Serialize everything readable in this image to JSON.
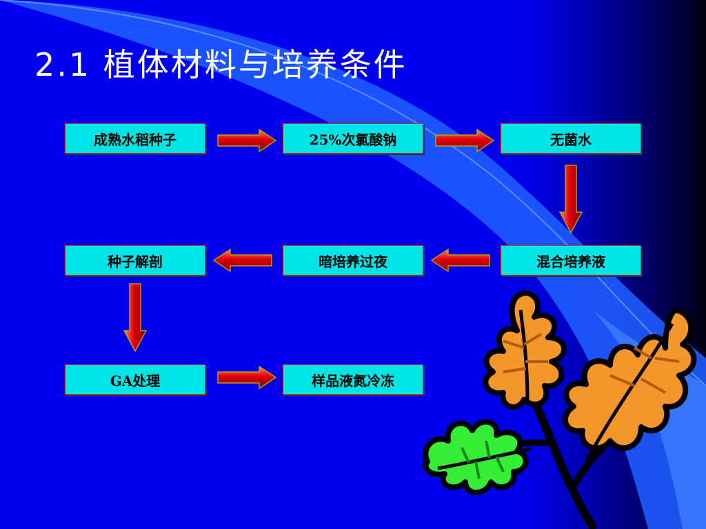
{
  "slide": {
    "title": "2.1  植体材料与培养条件"
  },
  "flowchart": {
    "nodes": [
      {
        "id": "seeds",
        "label": "成熟水稻种子"
      },
      {
        "id": "naclo",
        "label": "25%次氯酸钠"
      },
      {
        "id": "sterile-water",
        "label": "无菌水"
      },
      {
        "id": "mixed-medium",
        "label": "混合培养液"
      },
      {
        "id": "dark-culture",
        "label": "暗培养过夜"
      },
      {
        "id": "seed-dissection",
        "label": "种子解剖"
      },
      {
        "id": "ga-treatment",
        "label": "GA处理"
      },
      {
        "id": "liquid-nitrogen",
        "label": "样品液氮冷冻"
      }
    ],
    "edges": [
      {
        "from": "seeds",
        "to": "naclo",
        "direction": "right"
      },
      {
        "from": "naclo",
        "to": "sterile-water",
        "direction": "right"
      },
      {
        "from": "sterile-water",
        "to": "mixed-medium",
        "direction": "down"
      },
      {
        "from": "mixed-medium",
        "to": "dark-culture",
        "direction": "left"
      },
      {
        "from": "dark-culture",
        "to": "seed-dissection",
        "direction": "left"
      },
      {
        "from": "seed-dissection",
        "to": "ga-treatment",
        "direction": "down"
      },
      {
        "from": "ga-treatment",
        "to": "liquid-nitrogen",
        "direction": "right"
      }
    ]
  },
  "colors": {
    "background": "#0000ee",
    "node_fill": "#00e5e5",
    "node_border": "#c83030",
    "arrow_red": "#e00000",
    "leaf_orange": "#f5962a",
    "leaf_green": "#36ee36"
  },
  "decoration": {
    "icon": "oak-leaves-clipart"
  }
}
